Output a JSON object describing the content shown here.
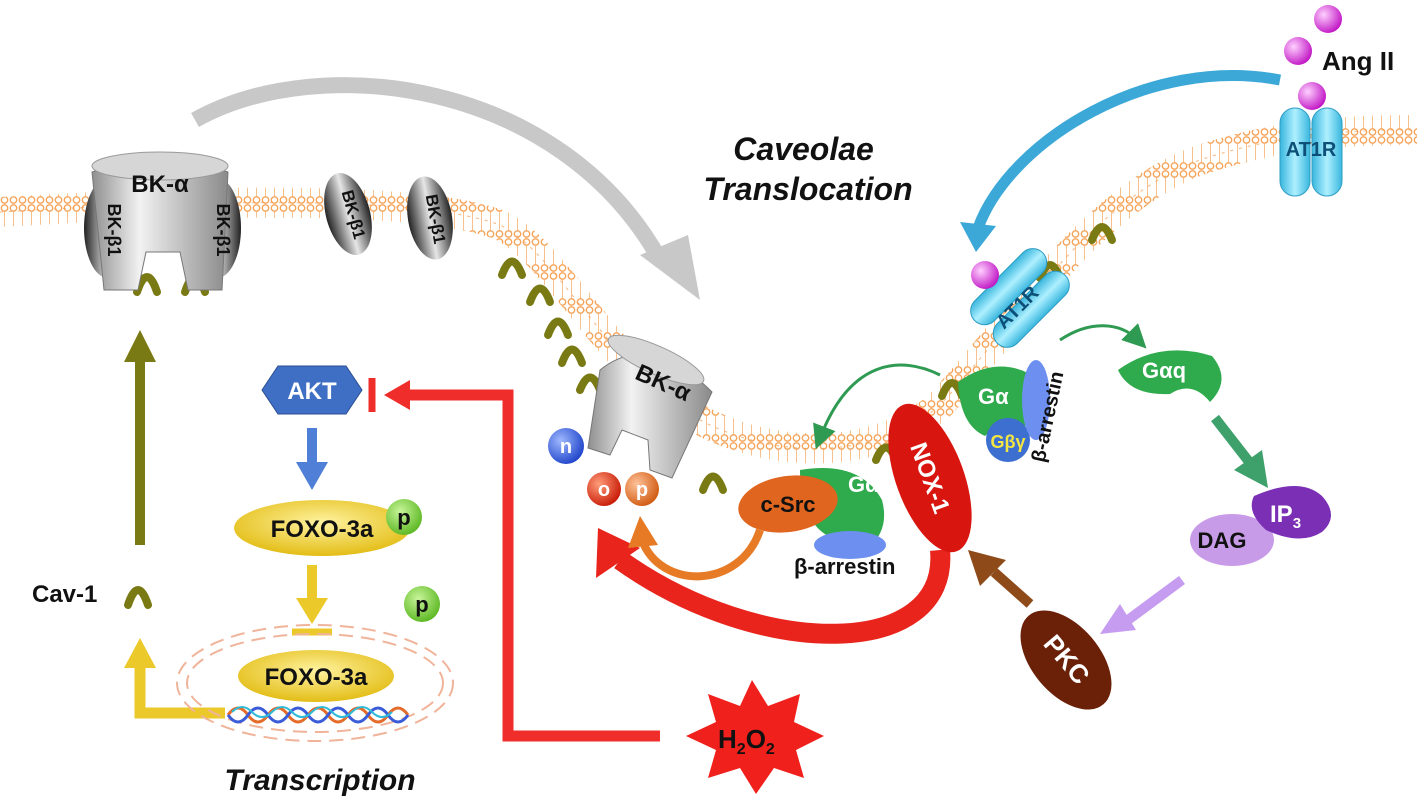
{
  "title": "Caveolae Translocation",
  "labels": {
    "bk_alpha": "BK-α",
    "bk_beta1": "BK-β1",
    "akt": "AKT",
    "foxo": "FOXO-3a",
    "p": "p",
    "cav1": "Cav-1",
    "transcription": "Transcription",
    "n": "n",
    "o": "o",
    "csrc": "c-Src",
    "galpha_i": "Gαi",
    "beta_arrestin": "β-arrestin",
    "nox1": "NOX-1",
    "galpha": "Gα",
    "gbg": "Gβγ",
    "at1r": "AT1R",
    "ang2": "Ang II",
    "galpha_q": "Gαq",
    "dag": "DAG",
    "ip3": "IP",
    "ip3_sub": "3",
    "pkc": "PKC",
    "h2o2_h": "H",
    "h2o2_2a": "2",
    "h2o2_o": "O",
    "h2o2_2b": "2"
  },
  "colors": {
    "membrane": "#f5a45a",
    "caveolin": "#7a7a14",
    "bk_gray": "#b9b9b9",
    "akt_blue": "#3f6fc4",
    "foxo_yellow": "#ecc92a",
    "p_green": "#7ed03a",
    "h2o2_red": "#f0201c",
    "nox_red": "#d8150f",
    "csrc_orange": "#e0661f",
    "g_green": "#2faa4c",
    "arrestin_blue": "#6c8ff0",
    "at1r_cyan": "#55d1f2",
    "ang_magenta": "#e83de6",
    "ip3_purple": "#7a2fb5",
    "dag_lilac": "#c79be8",
    "pkc_brown": "#6a2108"
  }
}
